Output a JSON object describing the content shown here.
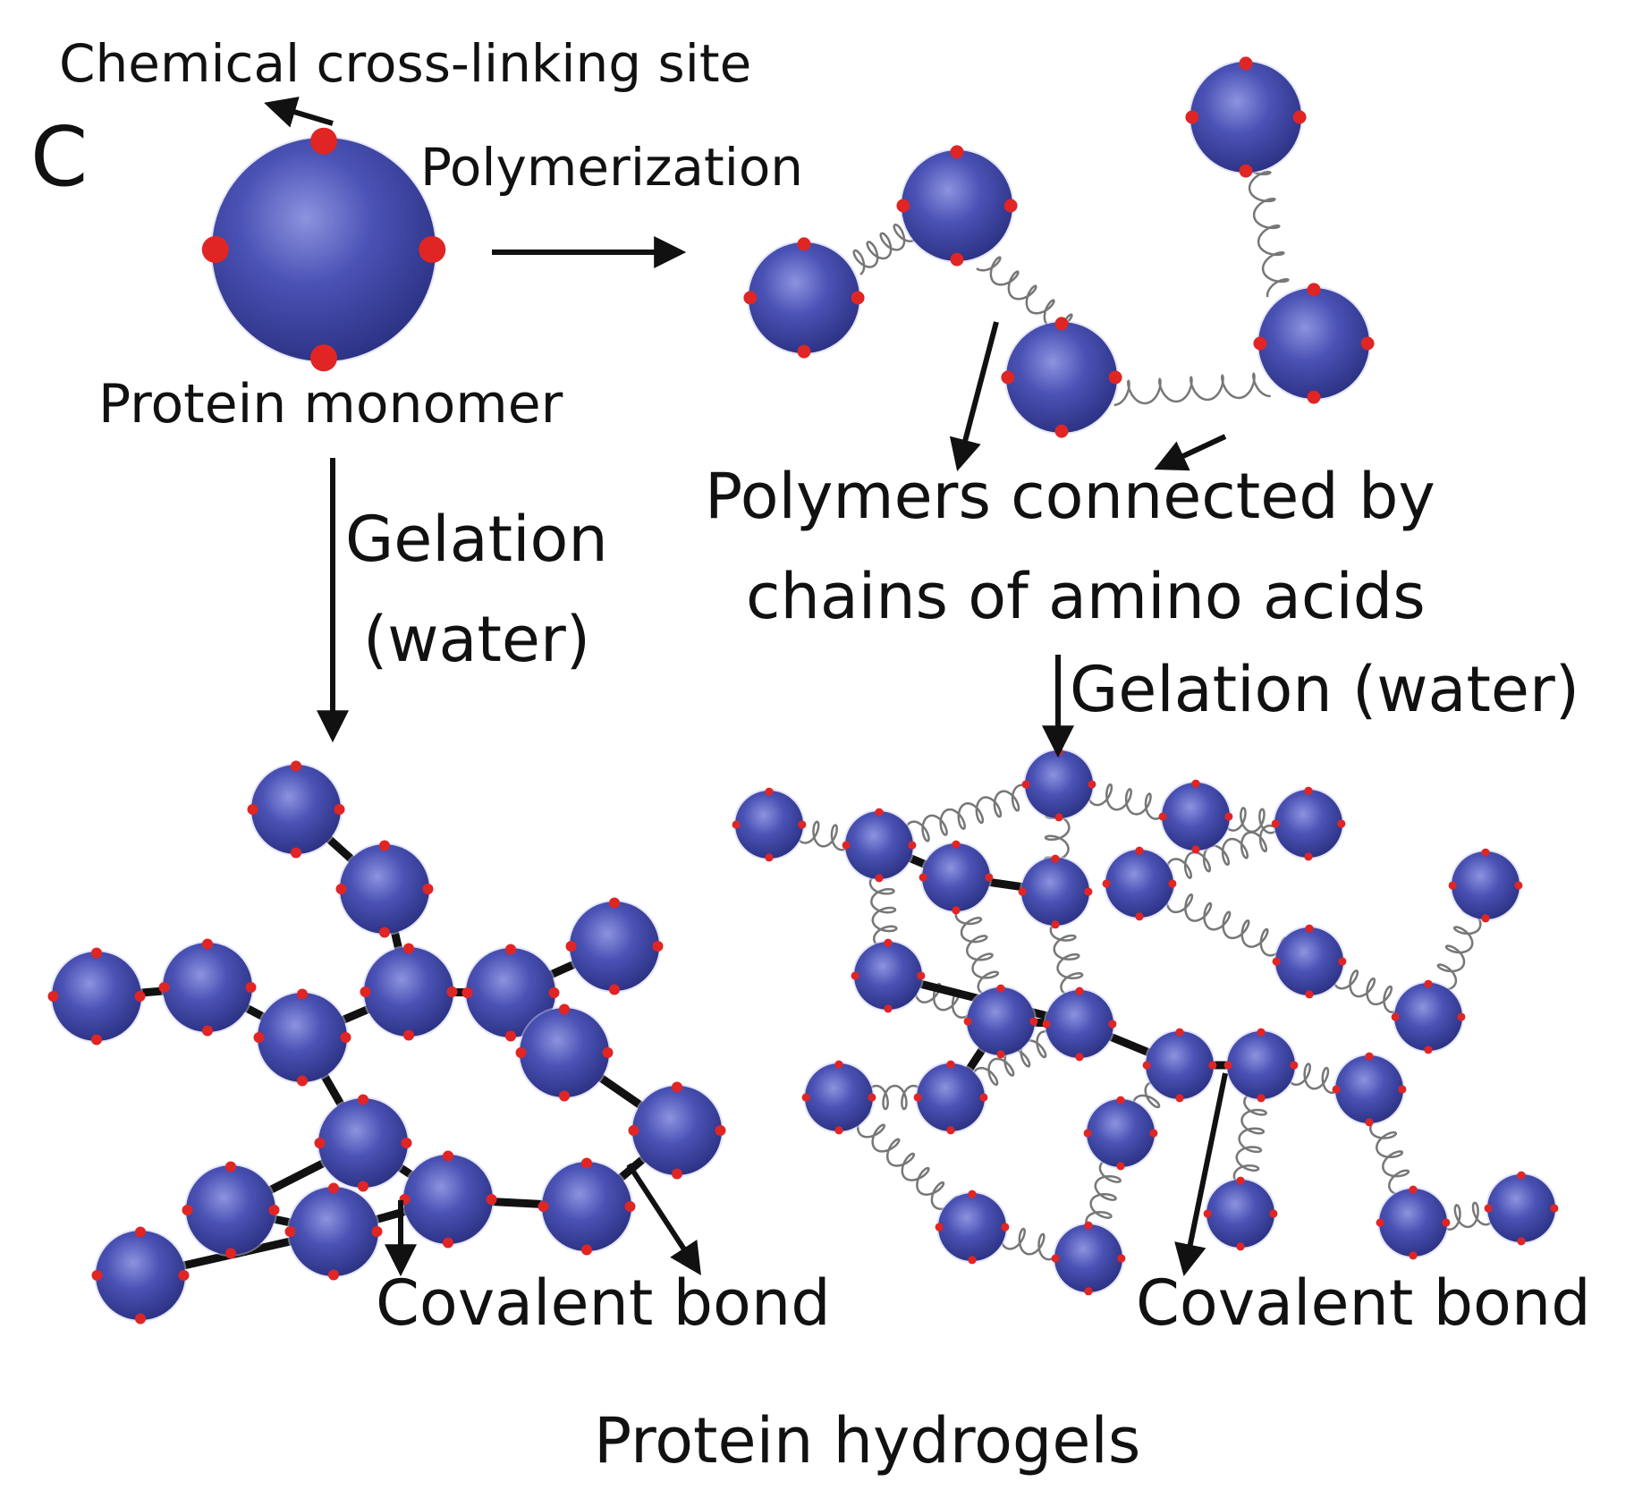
{
  "figure": {
    "panel_letter": "C",
    "labels": {
      "crosslink_site": "Chemical cross-linking site",
      "polymerization": "Polymerization",
      "protein_monomer": "Protein monomer",
      "gelation_left_line1": "Gelation",
      "gelation_left_line2": "(water)",
      "polymers_line1": "Polymers connected by",
      "polymers_line2": "chains of amino acids",
      "gelation_right": "Gelation (water)",
      "covalent_bond_left": "Covalent bond",
      "covalent_bond_right": "Covalent bond",
      "result": "Protein hydrogels"
    },
    "colors": {
      "protein": "#4a52b5",
      "protein_dark": "#2c3283",
      "protein_light": "#8c93df",
      "crosslink_site": "#e02525",
      "covalent_bond": "#111111",
      "amino_acid_chain": "#777777",
      "arrow": "#111111",
      "text": "#111111"
    }
  }
}
